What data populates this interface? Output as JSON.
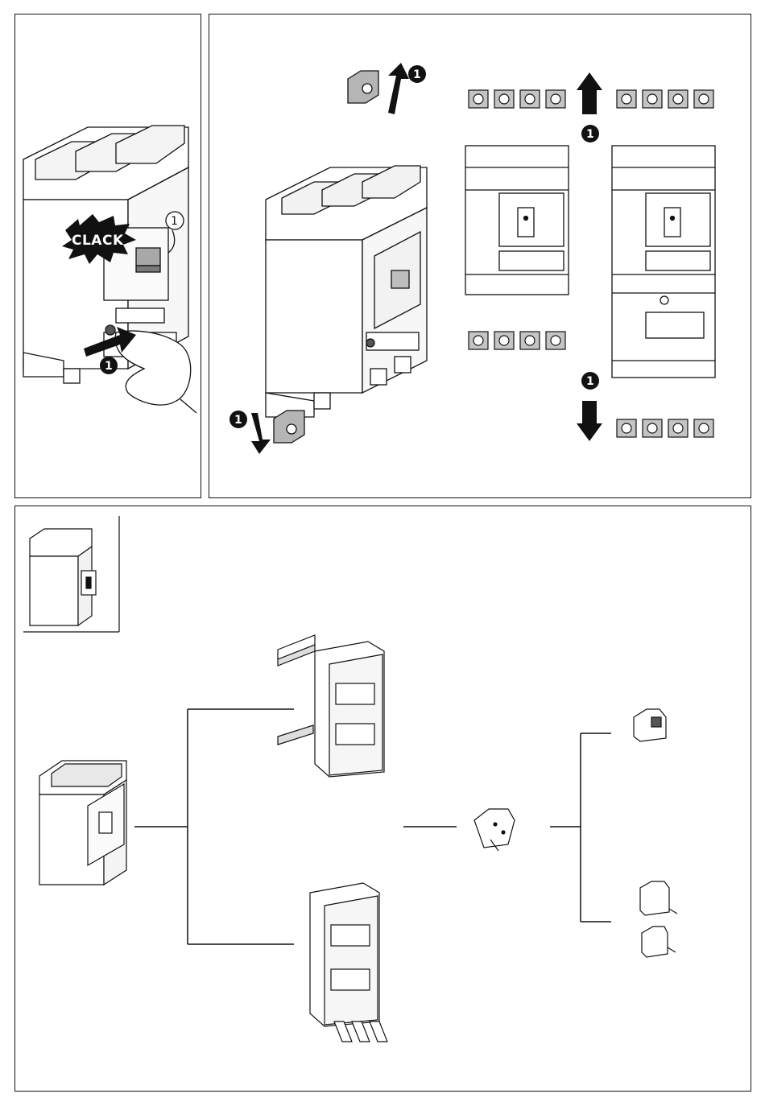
{
  "panel_a": {
    "callout_label": "CLACK",
    "step_outline": "1",
    "step_filled": "1"
  },
  "panel_b": {
    "step_top": "1",
    "step_bottom": "1",
    "step_mid_up": "1",
    "step_mid_down": "1"
  },
  "colors": {
    "line": "#111111",
    "part_gray": "#b5b5b5",
    "terminal_gray": "#c4c4c4",
    "badge": "#111111"
  }
}
